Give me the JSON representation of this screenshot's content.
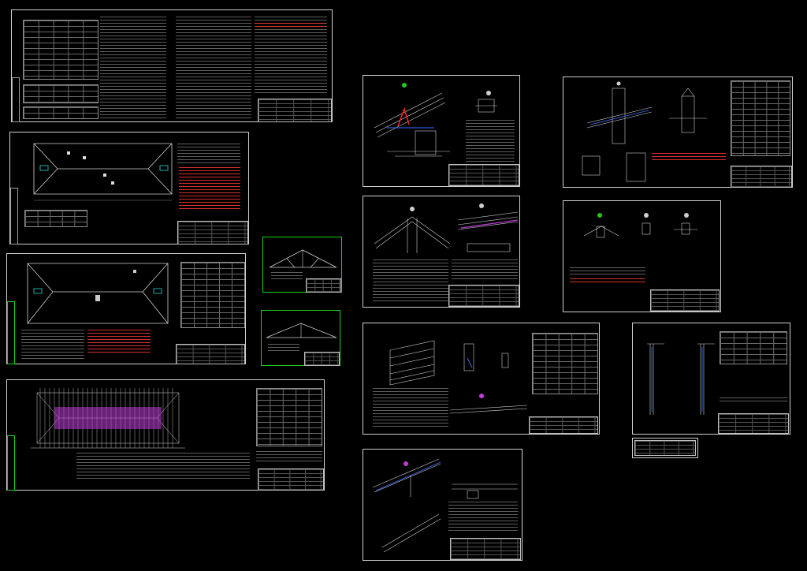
{
  "canvas": {
    "background": "#000000"
  },
  "colors": {
    "line": "#d0d0d0",
    "frame": "#cfcfcf",
    "frame_green": "#19d119",
    "annotation_red": "#e33333",
    "hatch_magenta": "#c03cd8",
    "accent_cyan": "#2bd4d4",
    "accent_blue": "#3a6cff",
    "accent_red": "#ff2424"
  },
  "sheets": [
    {
      "name": "sheet-general-notes"
    },
    {
      "name": "sheet-roof-plan-1"
    },
    {
      "name": "sheet-roof-plan-2"
    },
    {
      "name": "sheet-rafter-layout"
    },
    {
      "name": "sheet-truss-detail-1"
    },
    {
      "name": "sheet-truss-detail-2"
    },
    {
      "name": "sheet-eave-detail"
    },
    {
      "name": "sheet-ridge-detail"
    },
    {
      "name": "sheet-purlin-detail"
    },
    {
      "name": "sheet-valley-detail"
    },
    {
      "name": "sheet-chimney-detail"
    },
    {
      "name": "sheet-anchor-detail"
    },
    {
      "name": "sheet-wall-section"
    },
    {
      "name": "sheet-stamp"
    }
  ]
}
